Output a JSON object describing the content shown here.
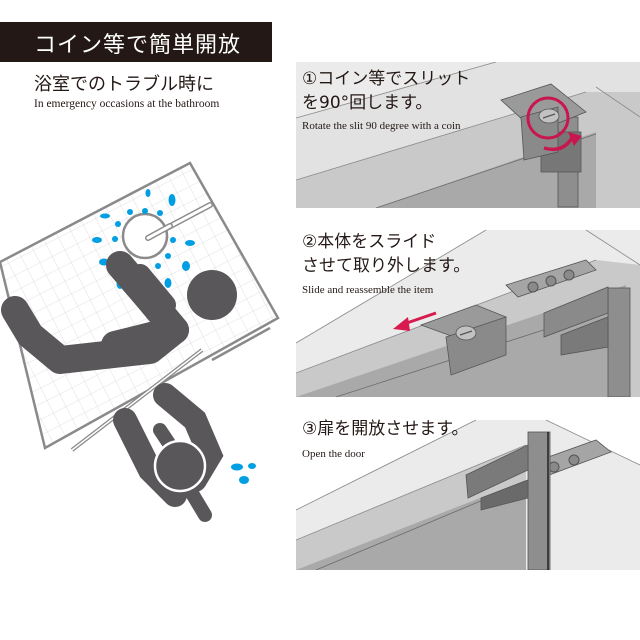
{
  "header": {
    "title": "コイン等で簡単開放",
    "subtitle_jp": "浴室でのトラブル時に",
    "subtitle_en": "In emergency occasions at the bathroom"
  },
  "illustration": {
    "description": "Top-down pictogram: a person collapsed in a tiled bathroom near a round drain with blue water droplets; a second person outside the sliding door reaching in",
    "colors": {
      "figure": "#59575a",
      "water": "#009fe3",
      "wall": "#8a8a8a",
      "grid": "#d9d9d9"
    }
  },
  "steps": [
    {
      "number": "①",
      "text_jp_line1": "①コイン等でスリット",
      "text_jp_line2": "を90°回します。",
      "text_en": "Rotate the slit 90 degree with a coin",
      "accent": "#c8164f"
    },
    {
      "number": "②",
      "text_jp_line1": "②本体をスライド",
      "text_jp_line2": "させて取り外します。",
      "text_en": "Slide and reassemble the item",
      "accent": "#d81b4f"
    },
    {
      "number": "③",
      "text_jp_line1": "③扉を開放させます。",
      "text_en": "Open the door"
    }
  ]
}
